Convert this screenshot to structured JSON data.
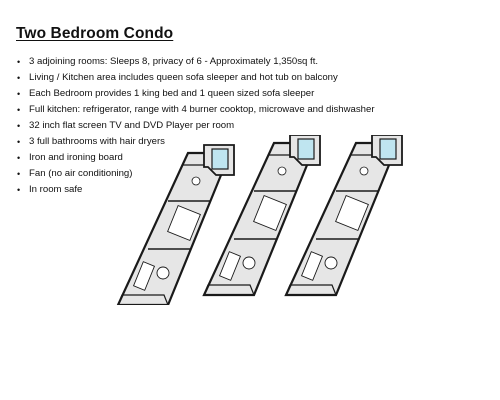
{
  "title": "Two Bedroom Condo",
  "bullet_symbol": "•",
  "features": [
    "3 adjoining rooms: Sleeps 8, privacy of 6  - Approximately  1,350sq ft.",
    "Living / Kitchen area includes queen sofa sleeper and hot tub on balcony",
    "Each Bedroom provides 1 king bed and 1 queen sized sofa sleeper",
    "Full kitchen: refrigerator, range with 4 burner cooktop, microwave and dishwasher",
    "32 inch flat screen TV and DVD Player per room",
    "3 full bathrooms with hair dryers",
    "Iron and ironing board",
    "Fan (no air conditioning)",
    "In room safe"
  ],
  "floorplan": {
    "icon": "floor-plan-diagram",
    "room_count": 3,
    "colors": {
      "floor": "#e6e6e6",
      "wall": "#1a1a1a",
      "bathroom": "#bfe5f0",
      "furniture": "#ffffff"
    }
  }
}
